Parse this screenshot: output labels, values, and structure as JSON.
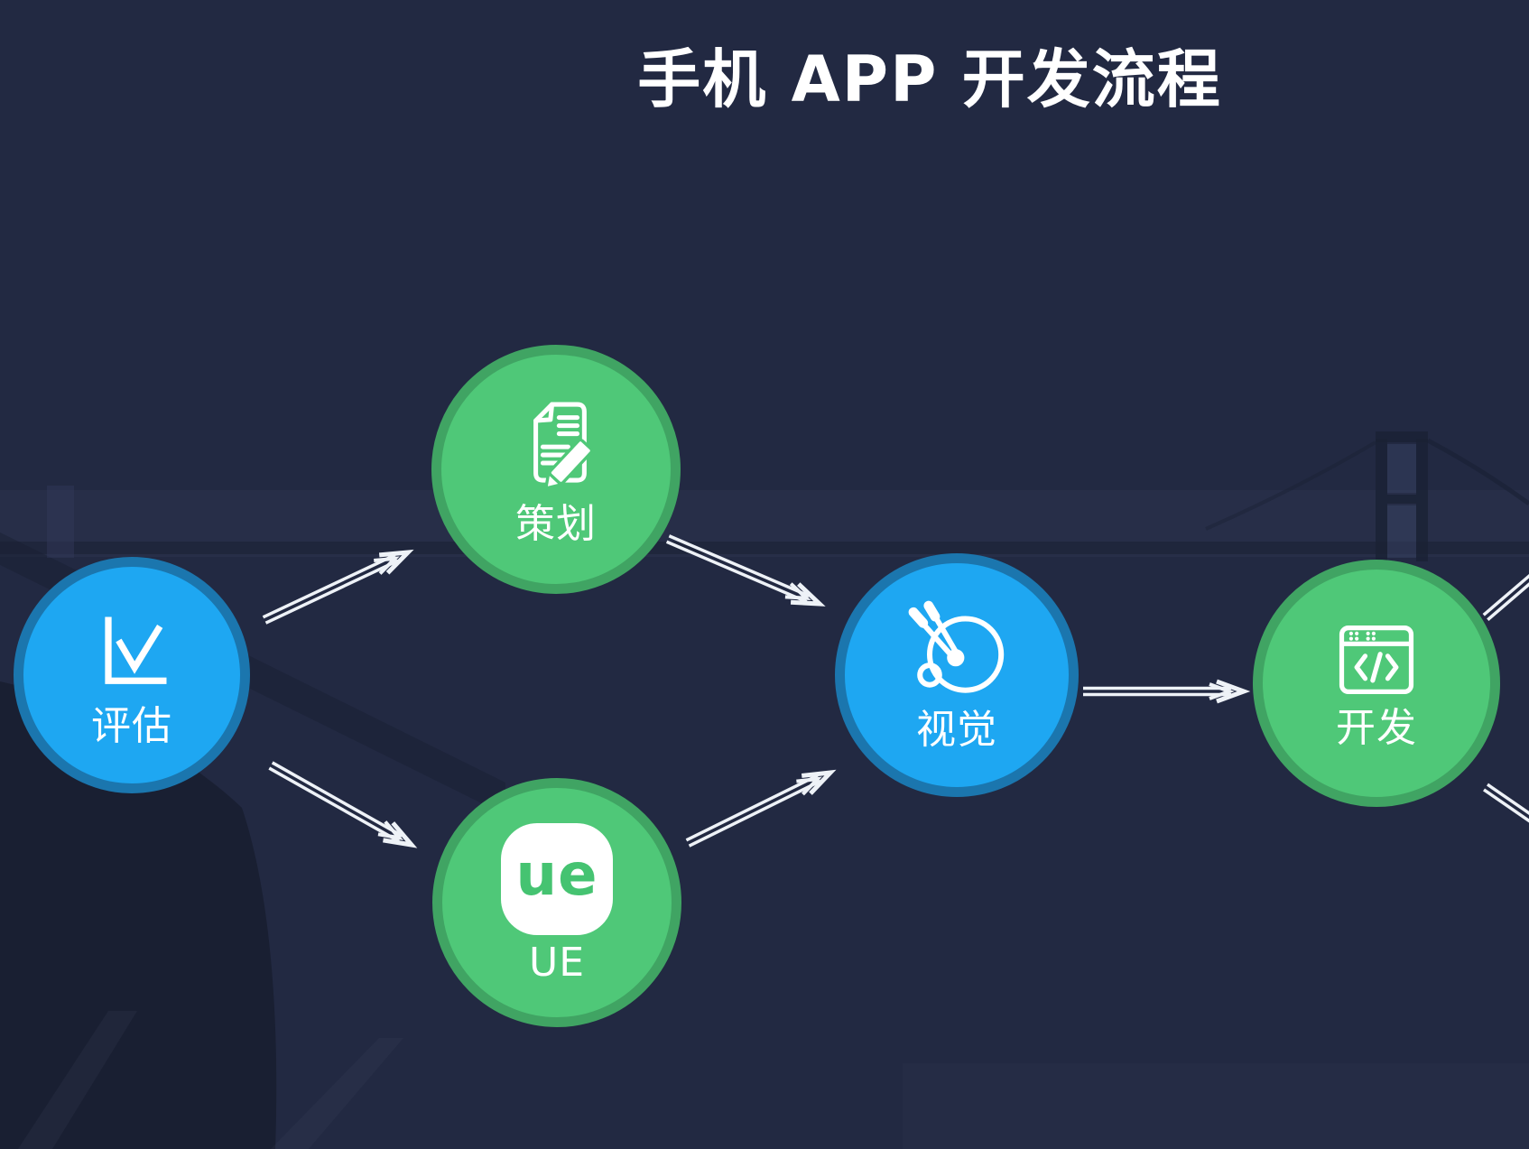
{
  "page": {
    "title": "手机 APP 开发流程"
  },
  "flow": {
    "nodes": [
      {
        "id": "pinggu",
        "label": "评估",
        "shape": "circle",
        "color": "blue",
        "icon": "line-chart-icon"
      },
      {
        "id": "cehua",
        "label": "策划",
        "shape": "circle",
        "color": "green",
        "icon": "document-pencil-icon"
      },
      {
        "id": "ue",
        "label": "UE",
        "shape": "circle",
        "color": "green",
        "icon": "ue-logo-icon",
        "logo_text": "ue"
      },
      {
        "id": "shijue",
        "label": "视觉",
        "shape": "circle",
        "color": "blue",
        "icon": "palette-brushes-icon"
      },
      {
        "id": "kaifa",
        "label": "开发",
        "shape": "circle",
        "color": "green",
        "icon": "code-window-icon"
      }
    ],
    "connections": [
      {
        "from": "评估",
        "to": "策划"
      },
      {
        "from": "评估",
        "to": "UE"
      },
      {
        "from": "策划",
        "to": "视觉"
      },
      {
        "from": "UE",
        "to": "视觉"
      },
      {
        "from": "视觉",
        "to": "开发"
      },
      {
        "from": "开发",
        "to": "",
        "note": "arrow exits upper-right edge of frame"
      },
      {
        "from": "开发",
        "to": "",
        "note": "arrow exits lower-right edge of frame"
      }
    ]
  },
  "colors": {
    "background": "#222942",
    "node_blue_fill": "#1ea7f2",
    "node_blue_ring": "#1b76ae",
    "node_green_fill": "#4fc878",
    "node_green_ring": "#40a463",
    "arrow": "#eef2f7",
    "text": "#ffffff",
    "ue_logo_green": "#45c371"
  }
}
